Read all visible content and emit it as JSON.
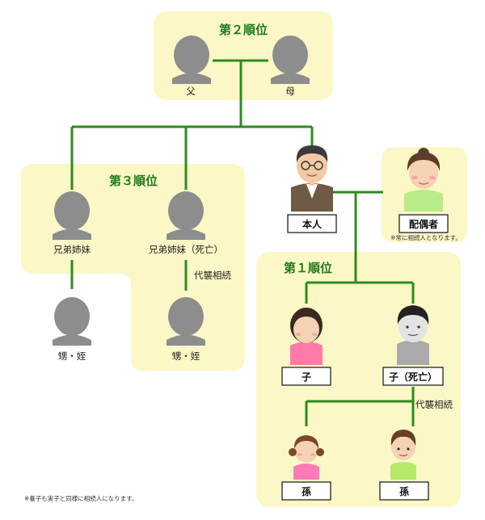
{
  "rank2": {
    "heading": "第２順位",
    "father": "父",
    "mother": "母"
  },
  "rank3": {
    "heading": "第３順位",
    "sibling": "兄弟姉妹",
    "sibling_deceased": "兄弟姉妹（死亡）",
    "succession": "代襲相続",
    "niece_nephew_1": "甥・姪",
    "niece_nephew_2": "甥・姪"
  },
  "self": {
    "label": "本人"
  },
  "spouse": {
    "label": "配偶者",
    "note": "※常に相続人となります。"
  },
  "rank1": {
    "heading": "第１順位",
    "child": "子",
    "child_deceased": "子（死亡）",
    "succession": "代襲相続",
    "grandchild_1": "孫",
    "grandchild_2": "孫"
  },
  "footnote": "※養子も実子と同様に相続人になります。"
}
